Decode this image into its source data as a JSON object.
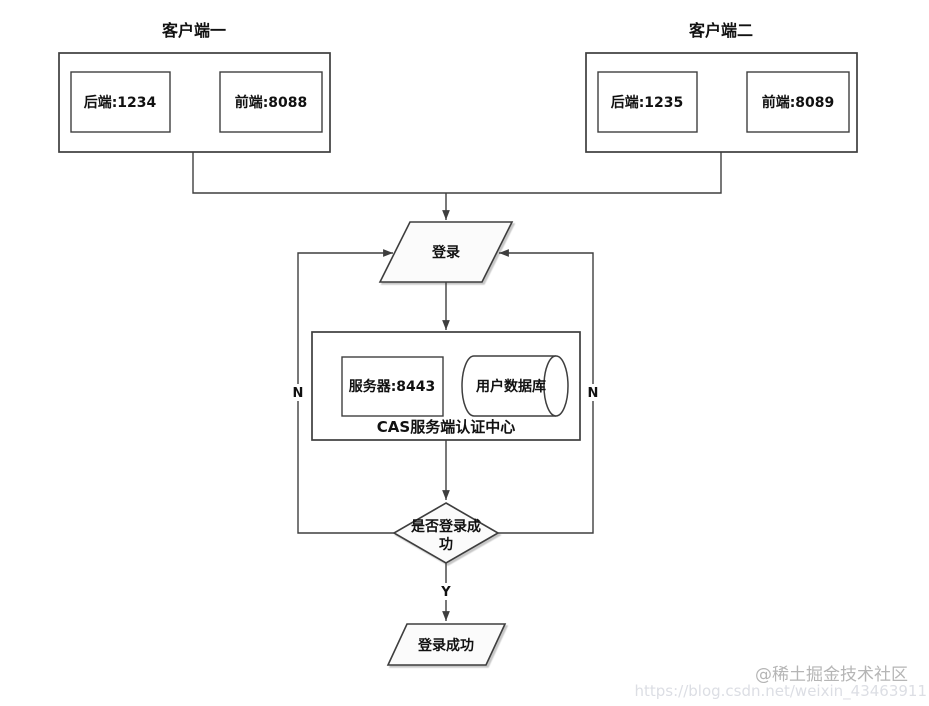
{
  "diagram": {
    "clients": [
      {
        "title": "客户端一",
        "backend": "后端:1234",
        "frontend": "前端:8088"
      },
      {
        "title": "客户端二",
        "backend": "后端:1235",
        "frontend": "前端:8089"
      }
    ],
    "login": {
      "label": "登录"
    },
    "cas": {
      "server": "服务器:8443",
      "database": "用户数据库",
      "label": "CAS服务端认证中心"
    },
    "decision": {
      "text": "是否登录成功",
      "line1": "是否登录成",
      "line2": "功"
    },
    "branches": {
      "yes": "Y",
      "no": "N"
    },
    "success": {
      "label": "登录成功"
    },
    "watermark": {
      "community": "@稀土掘金技术社区",
      "url": "https://blog.csdn.net/weixin_43463911"
    },
    "colors": {
      "line": "#3e3e3e",
      "shape_fill": "#fbfbfb",
      "watermark_text": "#b5b5b5",
      "watermark_url": "#dcdee4"
    }
  }
}
